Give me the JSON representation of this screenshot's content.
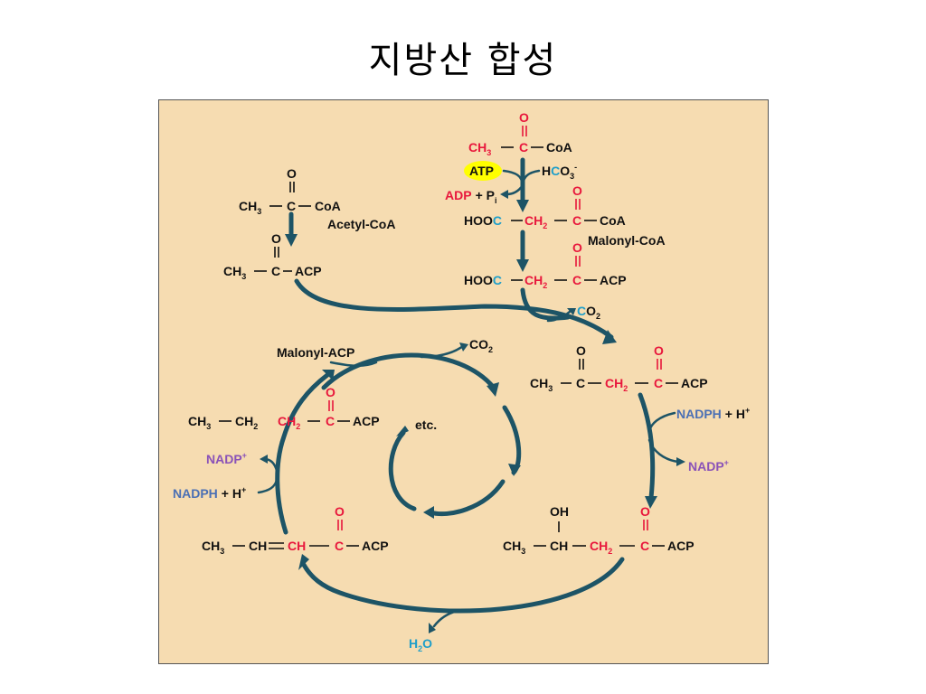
{
  "title": "지방산 합성",
  "colors": {
    "background": "#f6dcb1",
    "arrow": "#1d5466",
    "red": "#e8173c",
    "cyan": "#1e9ec9",
    "nadph": "#4a6fb4",
    "nadp": "#8a52b8",
    "atp_highlight": "#ffff00"
  },
  "labels": {
    "acetyl_coa": "Acetyl-CoA",
    "malonyl_coa": "Malonyl-CoA",
    "malonyl_acp": "Malonyl-ACP",
    "etc": "etc.",
    "atp": "ATP",
    "adp": "ADP",
    "pi": "+ P",
    "pi_sub": "i",
    "hco3_h": "H",
    "hco3_c": "C",
    "hco3_o": "O",
    "hco3_sub": "3",
    "hco3_sup": "-",
    "co2_c": "C",
    "co2_o": "O",
    "co2_sub": "2",
    "nadph": "NADPH",
    "plus_h": "+ H",
    "plus_h_sup": "+",
    "nadp": "NADP",
    "nadp_sup": "+",
    "h2o_h": "H",
    "h2o_sub": "2",
    "h2o_o": "O",
    "ch3": "CH",
    "ch3_sub": "3",
    "ch2": "CH",
    "ch2_sub": "2",
    "ch": "CH",
    "c": "C",
    "o": "O",
    "oh": "OH",
    "coa": "CoA",
    "acp": "ACP",
    "hoo": "HOO",
    "eq": "="
  }
}
